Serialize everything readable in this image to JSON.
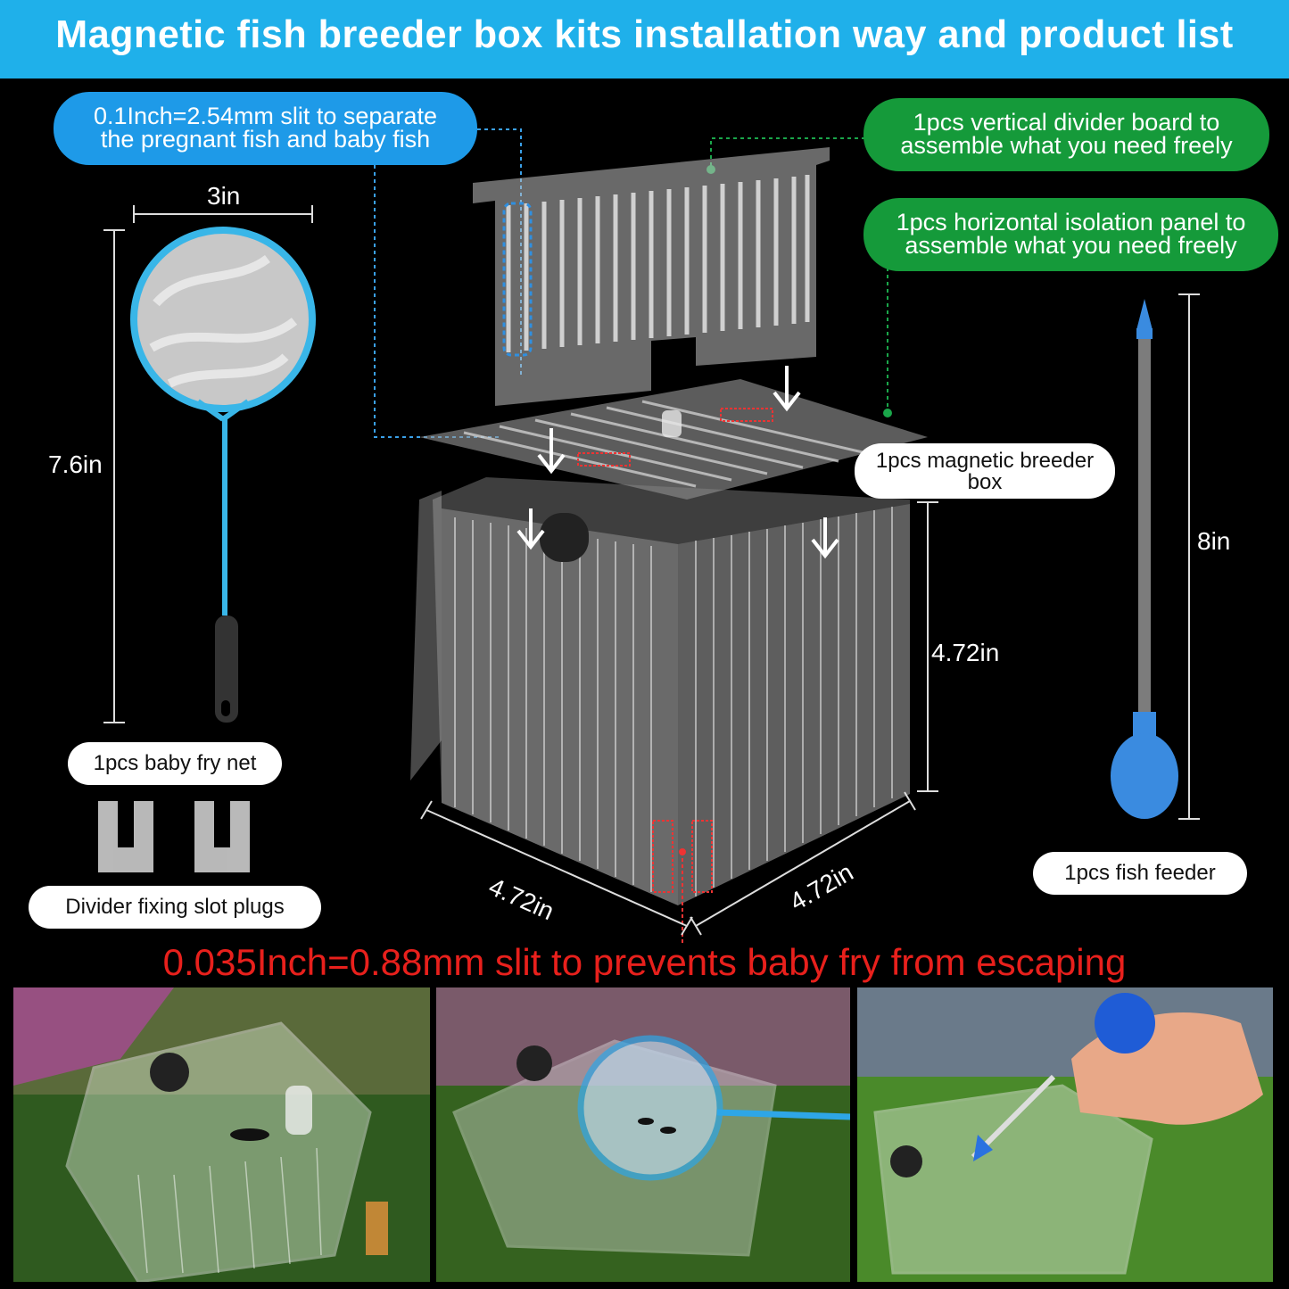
{
  "header": {
    "title": "Magnetic fish breeder box kits installation way and product list"
  },
  "callouts": {
    "slit_separate": [
      "0.1Inch=2.54mm slit to separate",
      "the pregnant fish and baby fish"
    ],
    "vertical_divider": [
      "1pcs vertical divider board to",
      "assemble what you need freely"
    ],
    "horizontal_panel": [
      "1pcs horizontal isolation panel to",
      "assemble what you need freely"
    ],
    "breeder_box": [
      "1pcs magnetic breeder",
      "box"
    ],
    "baby_fry_net": "1pcs baby fry net",
    "slot_plugs": "Divider fixing slot plugs",
    "fish_feeder": "1pcs fish feeder"
  },
  "dimensions": {
    "net_width": "3in",
    "net_length": "7.6in",
    "feeder_length": "8in",
    "box_height": "4.72in",
    "box_depth": "4.72in",
    "box_width": "4.72in"
  },
  "footer_note": "0.035Inch=0.88mm slit to prevents baby fry from escaping",
  "colors": {
    "banner": "#1fb0ea",
    "blue_pill": "#1e9ae8",
    "green_pill": "#159a3a",
    "red_note": "#e8201c"
  }
}
